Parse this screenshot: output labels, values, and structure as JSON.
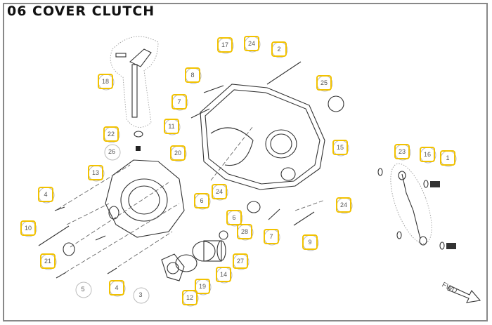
{
  "title": "06 COVER CLUTCH",
  "direction_label": "FWD",
  "colors": {
    "callout_border": "#F2C200",
    "line": "#333333",
    "border": "#888888"
  },
  "callouts": [
    {
      "label": "17",
      "style": "highlight"
    },
    {
      "label": "24",
      "style": "highlight"
    },
    {
      "label": "2",
      "style": "highlight"
    },
    {
      "label": "8",
      "style": "highlight"
    },
    {
      "label": "18",
      "style": "highlight"
    },
    {
      "label": "7",
      "style": "highlight"
    },
    {
      "label": "25",
      "style": "highlight"
    },
    {
      "label": "11",
      "style": "highlight"
    },
    {
      "label": "15",
      "style": "highlight"
    },
    {
      "label": "22",
      "style": "highlight"
    },
    {
      "label": "26",
      "style": "plain"
    },
    {
      "label": "20",
      "style": "highlight"
    },
    {
      "label": "13",
      "style": "highlight"
    },
    {
      "label": "23",
      "style": "highlight"
    },
    {
      "label": "16",
      "style": "highlight"
    },
    {
      "label": "1",
      "style": "highlight"
    },
    {
      "label": "4",
      "style": "highlight"
    },
    {
      "label": "6",
      "style": "highlight"
    },
    {
      "label": "24",
      "style": "highlight"
    },
    {
      "label": "6",
      "style": "highlight"
    },
    {
      "label": "24",
      "style": "highlight"
    },
    {
      "label": "10",
      "style": "highlight"
    },
    {
      "label": "28",
      "style": "highlight"
    },
    {
      "label": "7",
      "style": "highlight"
    },
    {
      "label": "9",
      "style": "highlight"
    },
    {
      "label": "21",
      "style": "highlight"
    },
    {
      "label": "27",
      "style": "highlight"
    },
    {
      "label": "14",
      "style": "highlight"
    },
    {
      "label": "5",
      "style": "plain"
    },
    {
      "label": "4",
      "style": "highlight"
    },
    {
      "label": "3",
      "style": "plain"
    },
    {
      "label": "19",
      "style": "highlight"
    },
    {
      "label": "12",
      "style": "highlight"
    }
  ]
}
